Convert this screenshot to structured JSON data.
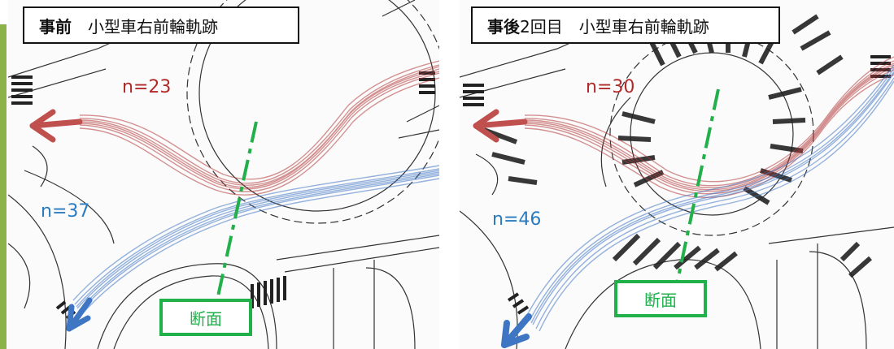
{
  "colors": {
    "accent": "#8cb24a",
    "red_trajectory": "#b33a3a",
    "blue_trajectory": "#3f76c4",
    "section_line": "#22b04b"
  },
  "panels": [
    {
      "title_bold": "事前",
      "title_rest": "　小型車右前輪軌跡",
      "red_count": "n=23",
      "blue_count": "n=37",
      "section_label": "断面"
    },
    {
      "title_bold": "事後",
      "title_rest": "2回目　小型車右前輪軌跡",
      "red_count": "n=30",
      "blue_count": "n=46",
      "section_label": "断面"
    }
  ]
}
